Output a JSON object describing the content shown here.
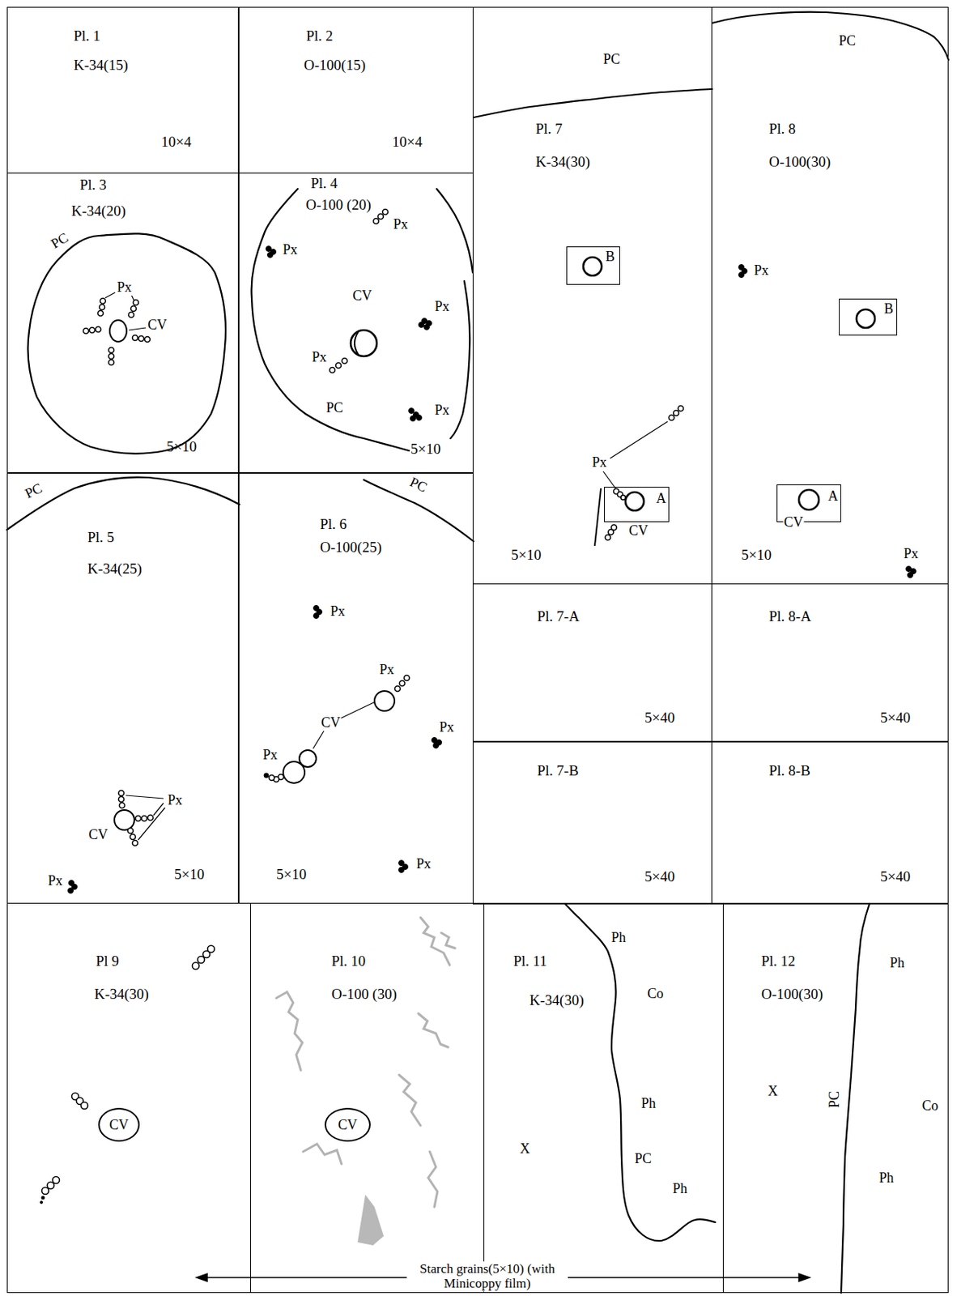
{
  "diagram": {
    "caption": "Starch grains(5×10) (with Minicoppy film)",
    "nodes": [
      {
        "text": [
          "Pl. 1",
          "K-34(15)",
          "10×4"
        ]
      },
      {
        "text": [
          "Pl. 2",
          "O-100(15)",
          "10×4"
        ]
      },
      {
        "text": [
          "Pl. 3",
          "K-34(20)",
          "5×10"
        ]
      },
      {
        "text": [
          "Pl. 4",
          "O-100 (20)",
          "5×10"
        ]
      },
      {
        "text": [
          "Pl. 5",
          "K-34(25)",
          "5×10"
        ]
      },
      {
        "text": [
          "Pl. 6",
          "O-100(25)",
          "5×10"
        ]
      },
      {
        "text": [
          "Pl. 7",
          "K-34(30)",
          "5×10"
        ]
      },
      {
        "text": [
          "B"
        ],
        "in": 6
      },
      {
        "text": [
          "A"
        ],
        "in": 6
      },
      {
        "text": [
          "Pl. 8",
          "O-100(30)",
          "5×10"
        ]
      },
      {
        "text": [
          "B"
        ],
        "in": 9
      },
      {
        "text": [
          "A"
        ],
        "in": 9
      },
      {
        "text": [
          "Pl. 7-A",
          "5×40"
        ]
      },
      {
        "text": [
          "Pl. 8-A",
          "5×40"
        ]
      },
      {
        "text": [
          "Pl. 7-B",
          "5×40"
        ]
      },
      {
        "text": [
          "Pl. 8-B",
          "5×40"
        ]
      },
      {
        "text": [
          "Pl 9",
          "K-34(30)"
        ]
      },
      {
        "text": [
          "CV"
        ],
        "in": 16
      },
      {
        "text": [
          "Pl. 10",
          "O-100 (30)"
        ]
      },
      {
        "text": [
          "CV"
        ],
        "in": 18
      },
      {
        "text": [
          "Pl. 11",
          "K-34(30)"
        ]
      },
      {
        "text": [
          "Pl. 12",
          "O-100(30)"
        ]
      }
    ],
    "labels": [
      "PC",
      "Px",
      "CV",
      "Px",
      "Px",
      "CV",
      "Px",
      "Px",
      "Px",
      "PC",
      "PC",
      "Px",
      "CV",
      "Px",
      "PC",
      "Px",
      "Px",
      "CV",
      "Px",
      "Px",
      "Px",
      "PC",
      "Px",
      "CV",
      "PC",
      "Px",
      "CV",
      "Px",
      "Ph",
      "Co",
      "Ph",
      "X",
      "PC",
      "Ph",
      "Ph",
      "X",
      "PC",
      "Co",
      "Ph"
    ]
  }
}
